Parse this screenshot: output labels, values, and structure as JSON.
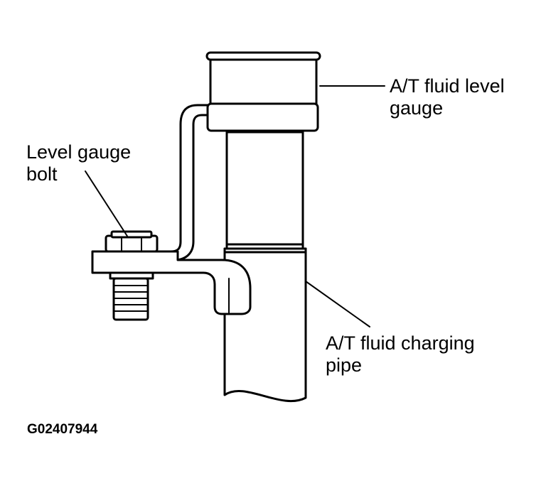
{
  "labels": {
    "gauge_line1": "A/T fluid level",
    "gauge_line2": "gauge",
    "bolt_line1": "Level gauge",
    "bolt_line2": "bolt",
    "pipe_line1": "A/T fluid charging",
    "pipe_line2": "pipe"
  },
  "figure_code": "G02407944",
  "colors": {
    "ink": "#000000",
    "paper": "#ffffff"
  }
}
